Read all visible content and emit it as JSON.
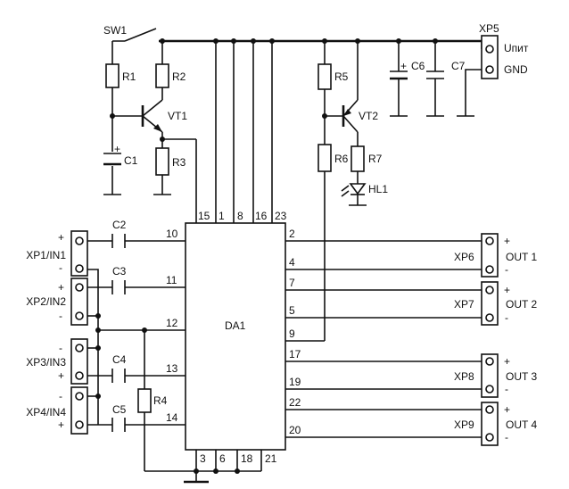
{
  "labels": {
    "sw1": "SW1",
    "r1": "R1",
    "r2": "R2",
    "r3": "R3",
    "r4": "R4",
    "r5": "R5",
    "r6": "R6",
    "r7": "R7",
    "c1": "C1",
    "c2": "C2",
    "c3": "C3",
    "c4": "C4",
    "c5": "C5",
    "c6": "C6",
    "c7": "C7",
    "vt1": "VT1",
    "vt2": "VT2",
    "hl1": "HL1",
    "da1": "DA1",
    "xp5": "XP5",
    "upit": "Uпит",
    "gnd": "GND",
    "xp1": "XP1/IN1",
    "xp2": "XP2/IN2",
    "xp3": "XP3/IN3",
    "xp4": "XP4/IN4",
    "xp6": "XP6",
    "xp7": "XP7",
    "xp8": "XP8",
    "xp9": "XP9",
    "out1": "OUT 1",
    "out2": "OUT 2",
    "out3": "OUT 3",
    "out4": "OUT 4",
    "plus": "+",
    "minus": "-"
  },
  "pins": {
    "top": [
      "15",
      "1",
      "8",
      "16",
      "23"
    ],
    "left": [
      "10",
      "11",
      "12",
      "13",
      "14"
    ],
    "right": [
      "2",
      "4",
      "7",
      "5",
      "9",
      "17",
      "19",
      "22",
      "20"
    ],
    "bottom": [
      "3",
      "6",
      "18",
      "21"
    ]
  }
}
